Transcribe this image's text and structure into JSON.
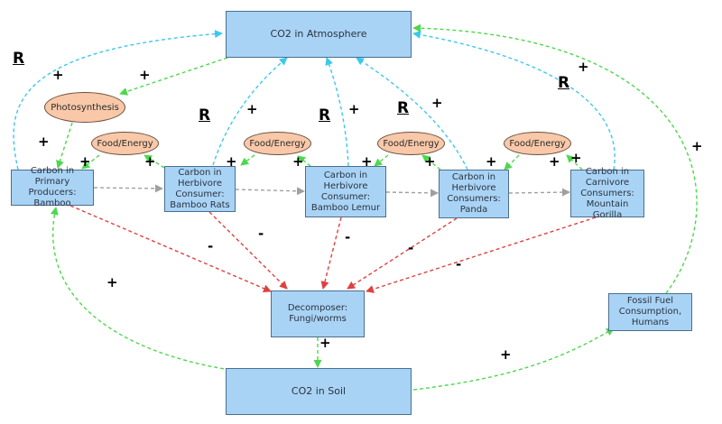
{
  "nodes": {
    "co2_atmosphere": "CO2 in Atmosphere",
    "co2_soil": "CO2 in Soil",
    "primary_producers": "Carbon in Primary\nProducers:\nBamboo",
    "bamboo_rats": "Carbon in\nHerbivore\nConsumer:\nBamboo Rats",
    "bamboo_lemur": "Carbon in\nHerbivore\nConsumer:\nBamboo Lemur",
    "panda": "Carbon in\nHerbivore\nConsumers:\nPanda",
    "mountain_gorilla": "Carbon in\nCarnivore\nConsumers:\nMountain Gorilla",
    "decomposer": "Decomposer:\nFungi/worms",
    "fossil_fuel": "Fossil Fuel\nConsumption,\nHumans",
    "photosynthesis": "Photosynthesis",
    "food_energy": "Food/Energy"
  },
  "signs": {
    "plus": "+",
    "minus": "-",
    "reinforcing": "R"
  },
  "colors": {
    "box_fill": "#a9d3f5",
    "oval_fill": "#f8c8a8",
    "cyan_arrow": "#3cc8ee",
    "green_arrow": "#4cd84c",
    "red_arrow": "#e04040",
    "gray_arrow": "#a0a0a0"
  }
}
